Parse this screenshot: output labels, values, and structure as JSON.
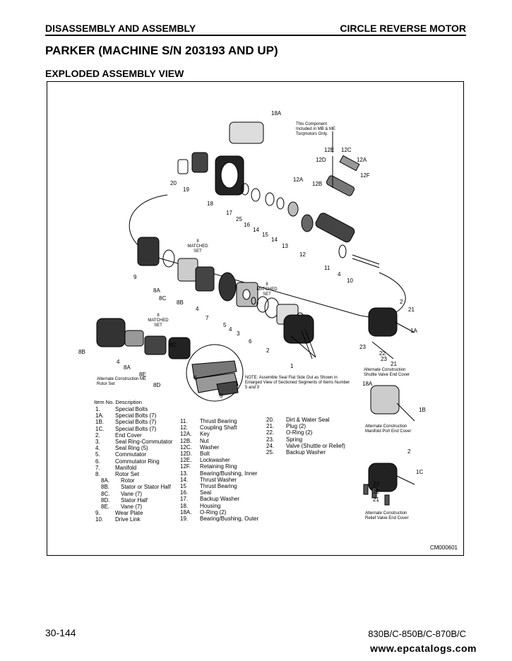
{
  "header": {
    "section": "DISASSEMBLY AND ASSEMBLY",
    "component": "CIRCLE REVERSE MOTOR"
  },
  "page_title": "PARKER (MACHINE S/N 203193 AND UP)",
  "view_title": "EXPLODED ASSEMBLY VIEW",
  "figure": {
    "callouts": {
      "component_note": "This Component Included in MB & ME Torqmotors Only.",
      "matched_set_1": "8 MATCHED SET",
      "matched_set_2": "8 MATCHED SET",
      "matched_set_3": "8 MATCHED SET",
      "alt_me_rotor": "Alternate Construction ME Rotor Set",
      "seal_note": "NOTE: Assemble Seal Flat Side Out as Shown in Enlarged View of Sectioned Segments of Items Number 5 and 3",
      "alt_shuttle": "Alternate Construction Shuttle Valve End Cover",
      "alt_manifold": "Alternate Construction Manifold Port End Cover",
      "alt_relief": "Alternate Construction Relief Valve End Cover"
    },
    "part_labels": [
      "18A",
      "12E",
      "12C",
      "12D",
      "12A",
      "12F",
      "12A",
      "12B",
      "20",
      "19",
      "18",
      "17",
      "25",
      "16",
      "14",
      "15",
      "14",
      "13",
      "12",
      "11",
      "4",
      "10",
      "9",
      "8A",
      "8C",
      "8B",
      "4",
      "7",
      "5",
      "4",
      "3",
      "6",
      "2",
      "1",
      "8B",
      "4",
      "8A",
      "8E",
      "8D",
      "8C",
      "2",
      "21",
      "1A",
      "23",
      "22",
      "23",
      "21",
      "18A",
      "1B",
      "2",
      "1C",
      "23",
      "22",
      "21",
      "5",
      "3"
    ],
    "figure_code": "CM000601"
  },
  "legend": {
    "heading": "Item No. Description",
    "columns": [
      [
        {
          "num": "1.",
          "desc": "Special Bolts"
        },
        {
          "num": "1A.",
          "desc": "Special Bolts (7)"
        },
        {
          "num": "1B.",
          "desc": "Special Bolts (7)"
        },
        {
          "num": "1C.",
          "desc": "Special Bolts (7)"
        },
        {
          "num": "2.",
          "desc": "End Cover"
        },
        {
          "num": "3.",
          "desc": "Seal Ring-Commutator"
        },
        {
          "num": "4.",
          "desc": "Seal Ring (5)"
        },
        {
          "num": "5.",
          "desc": "Commutator"
        },
        {
          "num": "6.",
          "desc": "Commutator Ring"
        },
        {
          "num": "7.",
          "desc": "Manifold"
        },
        {
          "num": "8.",
          "desc": "Rotor Set"
        },
        {
          "num": "8A.",
          "desc": "Rotor"
        },
        {
          "num": "8B.",
          "desc": "Stator or Stator Half"
        },
        {
          "num": "8C.",
          "desc": "Vane (7)"
        },
        {
          "num": "8D.",
          "desc": "Stator Half"
        },
        {
          "num": "8E.",
          "desc": "Vane (7)"
        },
        {
          "num": "9.",
          "desc": "Wear Plate"
        },
        {
          "num": "10.",
          "desc": "Drive Link"
        }
      ],
      [
        {
          "num": "11.",
          "desc": "Thrust Bearing"
        },
        {
          "num": "12.",
          "desc": "Coupling Shaft"
        },
        {
          "num": "12A.",
          "desc": "Key"
        },
        {
          "num": "12B.",
          "desc": "Nut"
        },
        {
          "num": "12C.",
          "desc": "Washer"
        },
        {
          "num": "12D.",
          "desc": "Bolt"
        },
        {
          "num": "12E.",
          "desc": "Lockwasher"
        },
        {
          "num": "12F.",
          "desc": "Retaining Ring"
        },
        {
          "num": "13.",
          "desc": "Bearing/Bushing, Inner"
        },
        {
          "num": "14.",
          "desc": "Thrust Washer"
        },
        {
          "num": "15",
          "desc": "Thrust Bearing"
        },
        {
          "num": "16.",
          "desc": "Seal"
        },
        {
          "num": "17.",
          "desc": "Backup Washer"
        },
        {
          "num": "18.",
          "desc": "Housing"
        },
        {
          "num": "18A.",
          "desc": "O-Ring (2)"
        },
        {
          "num": "19.",
          "desc": "Bearing/Bushing, Outer"
        }
      ],
      [
        {
          "num": "20.",
          "desc": "Dirt & Water Seal"
        },
        {
          "num": "21.",
          "desc": "Plug (2)"
        },
        {
          "num": "22.",
          "desc": "O-Ring (2)"
        },
        {
          "num": "23.",
          "desc": "Spring"
        },
        {
          "num": "24.",
          "desc": "Valve (Shuttle or Relief)"
        },
        {
          "num": "25.",
          "desc": "Backup Washer"
        }
      ]
    ]
  },
  "footer": {
    "page_number": "30-144",
    "models": "830B/C-850B/C-870B/C",
    "watermark": "www.epcatalogs.com"
  }
}
